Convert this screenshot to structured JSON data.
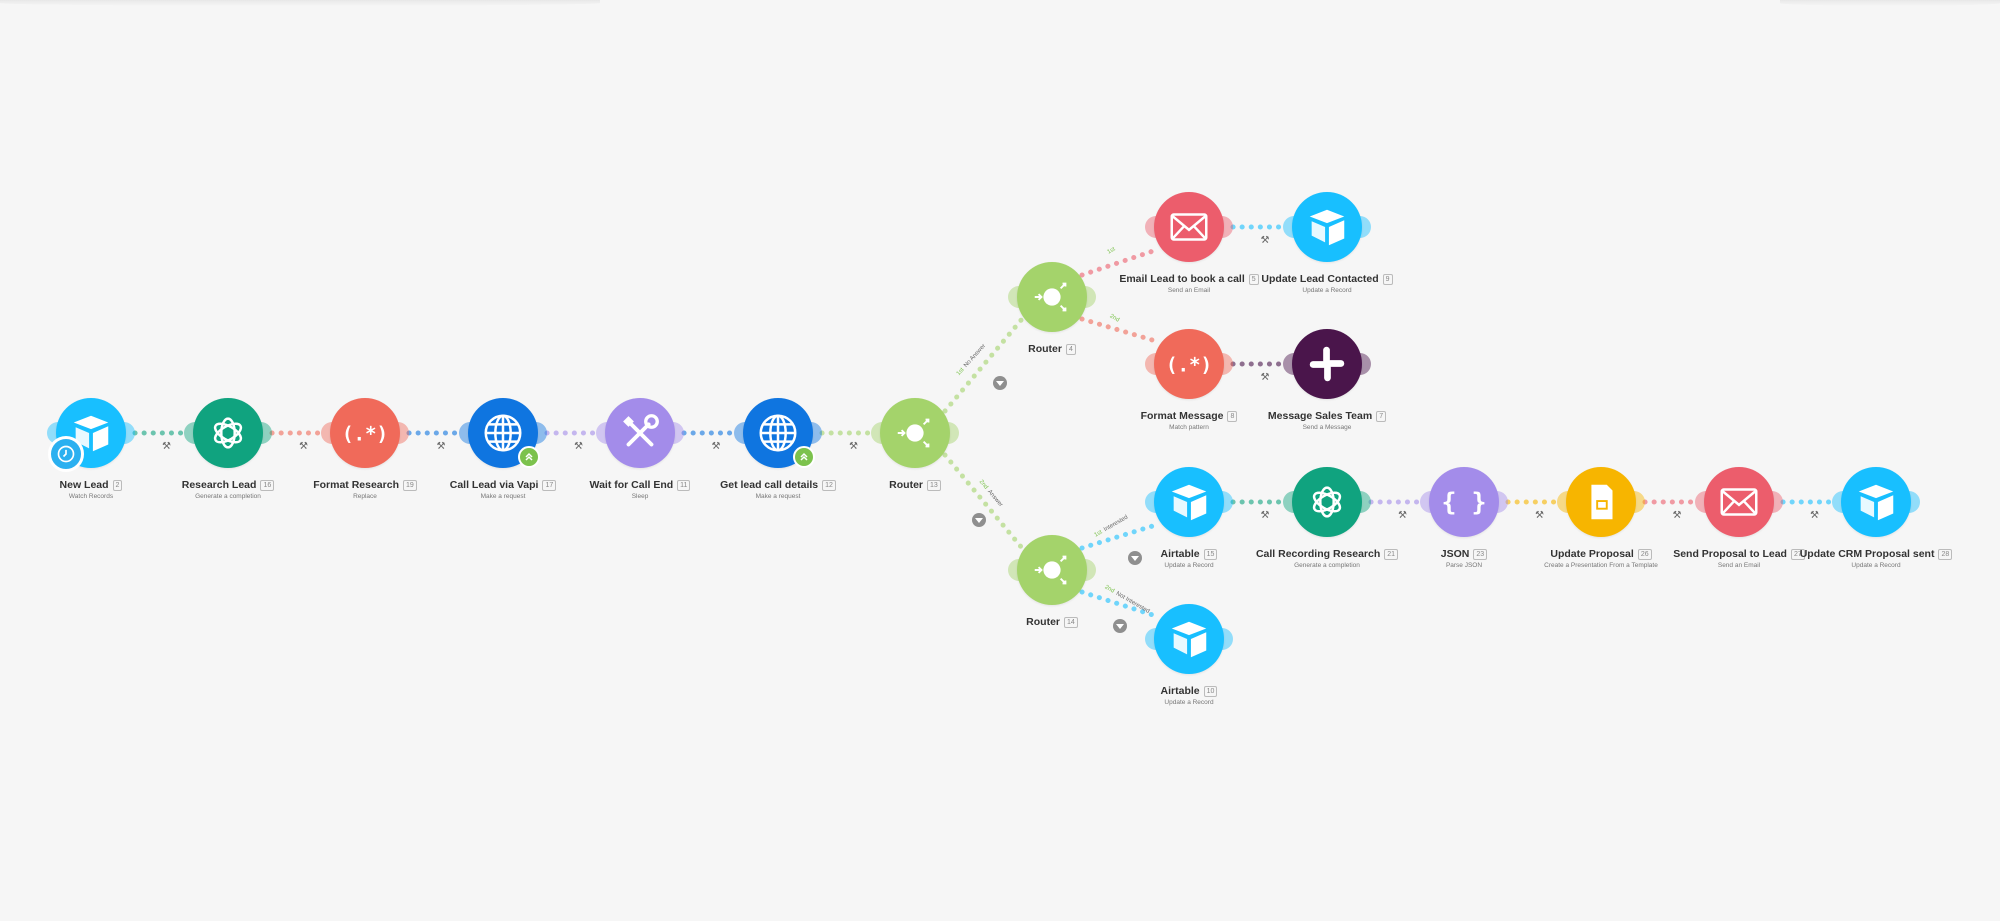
{
  "nodes": [
    {
      "id": "n1",
      "title": "New Lead",
      "num": "2",
      "sub": "Watch Records",
      "icon": "airtable-icon",
      "color": "#18bfff"
    },
    {
      "id": "n2",
      "title": "Research Lead",
      "num": "16",
      "sub": "Generate a completion",
      "icon": "openai-icon",
      "color": "#10a37f"
    },
    {
      "id": "n3",
      "title": "Format Research",
      "num": "19",
      "sub": "Replace",
      "icon": "text-parser-icon",
      "color": "#f06a5a"
    },
    {
      "id": "n4",
      "title": "Call Lead via Vapi",
      "num": "17",
      "sub": "Make a request",
      "icon": "http-globe-icon",
      "color": "#0f75e0"
    },
    {
      "id": "n5",
      "title": "Wait for Call End",
      "num": "11",
      "sub": "Sleep",
      "icon": "tools-icon",
      "color": "#a38cea"
    },
    {
      "id": "n6",
      "title": "Get lead call details",
      "num": "12",
      "sub": "Make a request",
      "icon": "http-globe-icon",
      "color": "#0f75e0"
    },
    {
      "id": "n7",
      "title": "Router",
      "num": "13",
      "sub": "",
      "icon": "router-icon",
      "color": "#a4d36b"
    },
    {
      "id": "n8",
      "title": "Router",
      "num": "4",
      "sub": "",
      "icon": "router-icon",
      "color": "#a4d36b"
    },
    {
      "id": "n9",
      "title": "Email Lead to book a call",
      "num": "5",
      "sub": "Send an Email",
      "icon": "email-icon",
      "color": "#ec5d6c"
    },
    {
      "id": "n10",
      "title": "Update Lead Contacted",
      "num": "9",
      "sub": "Update a Record",
      "icon": "airtable-icon",
      "color": "#18bfff"
    },
    {
      "id": "n11",
      "title": "Format Message",
      "num": "8",
      "sub": "Match pattern",
      "icon": "text-parser-icon",
      "color": "#f06a5a"
    },
    {
      "id": "n12",
      "title": "Message Sales Team",
      "num": "7",
      "sub": "Send a Message",
      "icon": "slack-icon",
      "color": "#4a154b"
    },
    {
      "id": "n13",
      "title": "Router",
      "num": "14",
      "sub": "",
      "icon": "router-icon",
      "color": "#a4d36b"
    },
    {
      "id": "n14",
      "title": "Airtable",
      "num": "15",
      "sub": "Update a Record",
      "icon": "airtable-icon",
      "color": "#18bfff"
    },
    {
      "id": "n15",
      "title": "Call Recording Research",
      "num": "21",
      "sub": "Generate a completion",
      "icon": "openai-icon",
      "color": "#10a37f"
    },
    {
      "id": "n16",
      "title": "JSON",
      "num": "23",
      "sub": "Parse JSON",
      "icon": "json-icon",
      "color": "#a38cea"
    },
    {
      "id": "n17",
      "title": "Update Proposal",
      "num": "26",
      "sub": "Create a Presentation From a Template",
      "icon": "google-slides-icon",
      "color": "#f7b500"
    },
    {
      "id": "n18",
      "title": "Send Proposal to Lead",
      "num": "27",
      "sub": "Send an Email",
      "icon": "email-icon",
      "color": "#ec5d6c"
    },
    {
      "id": "n19",
      "title": "Update CRM Proposal sent",
      "num": "28",
      "sub": "Update a Record",
      "icon": "airtable-icon",
      "color": "#18bfff"
    },
    {
      "id": "n20",
      "title": "Airtable",
      "num": "10",
      "sub": "Update a Record",
      "icon": "airtable-icon",
      "color": "#18bfff"
    }
  ],
  "route_labels": [
    {
      "num": "1st",
      "text": "No Answer"
    },
    {
      "num": "2nd",
      "text": "Answer"
    },
    {
      "num": "1st",
      "text": ""
    },
    {
      "num": "2nd",
      "text": ""
    },
    {
      "num": "1st",
      "text": "Interested"
    },
    {
      "num": "2nd",
      "text": "Not Interested"
    }
  ]
}
